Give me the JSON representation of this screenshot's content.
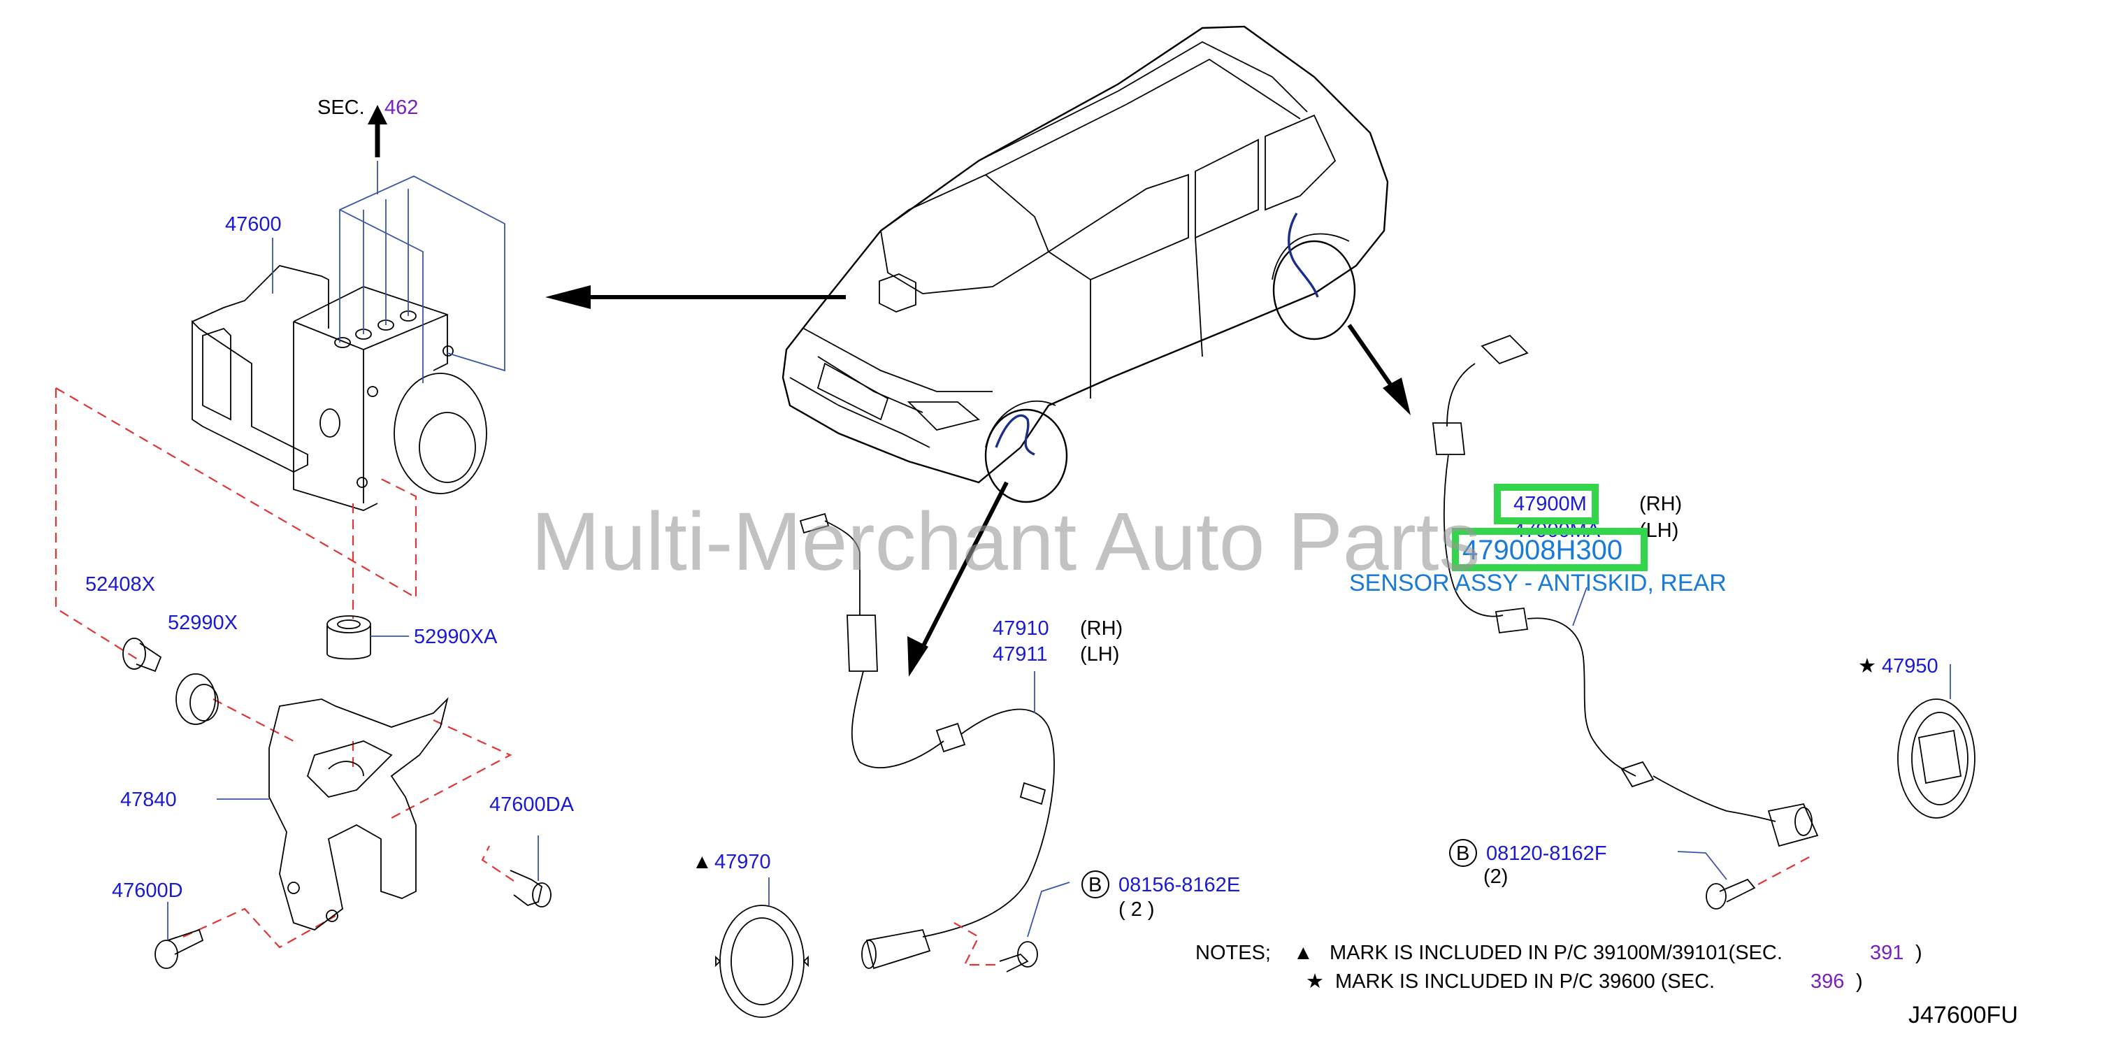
{
  "diagram": {
    "code": "J47600FU",
    "section_ref": {
      "prefix": "SEC.",
      "number": "462"
    },
    "watermark": "Multi-Merchant Auto Parts",
    "parts": {
      "abs_actuator": "47600",
      "bolt_52408x": "52408X",
      "bushing_52990x": "52990X",
      "bushing_52990xa": "52990XA",
      "bracket": "47840",
      "bolt_47600da": "47600DA",
      "bolt_47600d": "47600D",
      "front_sensor_rh": {
        "part": "47910",
        "side": "(RH)"
      },
      "front_sensor_lh": {
        "part": "47911",
        "side": "(LH)"
      },
      "front_rotor": {
        "mark": "▲",
        "part": "47970"
      },
      "front_bolt": {
        "circle": "B",
        "part": "08156-8162E",
        "qty": "( 2 )"
      },
      "rear_sensor_rh": {
        "part": "47900M",
        "side": "(RH)"
      },
      "rear_sensor_lh": {
        "part": "47900MA",
        "side": "(LH)"
      },
      "rear_rotor": {
        "mark": "★",
        "part": "47950"
      },
      "rear_bolt": {
        "circle": "B",
        "part": "08120-8162F",
        "qty": "(2)"
      }
    },
    "highlight": {
      "part_number": "479008H300",
      "description": "SENSOR ASSY - ANTISKID, REAR"
    },
    "notes": {
      "prefix": "NOTES;",
      "line1": {
        "mark": "▲",
        "text": "MARK  IS  INCLUDED  IN  P/C  39100M/39101(SEC.",
        "sec": "391",
        "close": ")"
      },
      "line2": {
        "mark": "★",
        "text": "MARK  IS  INCLUDED  IN  P/C  39600  (SEC.",
        "sec": "396",
        "close": ")"
      }
    },
    "colors": {
      "part_label": "#1a1ad0",
      "section_link": "#7a1fc2",
      "highlight_box": "#33d64a",
      "highlight_text": "#1a7ad8",
      "mounting_dashes": "#e03535"
    }
  }
}
